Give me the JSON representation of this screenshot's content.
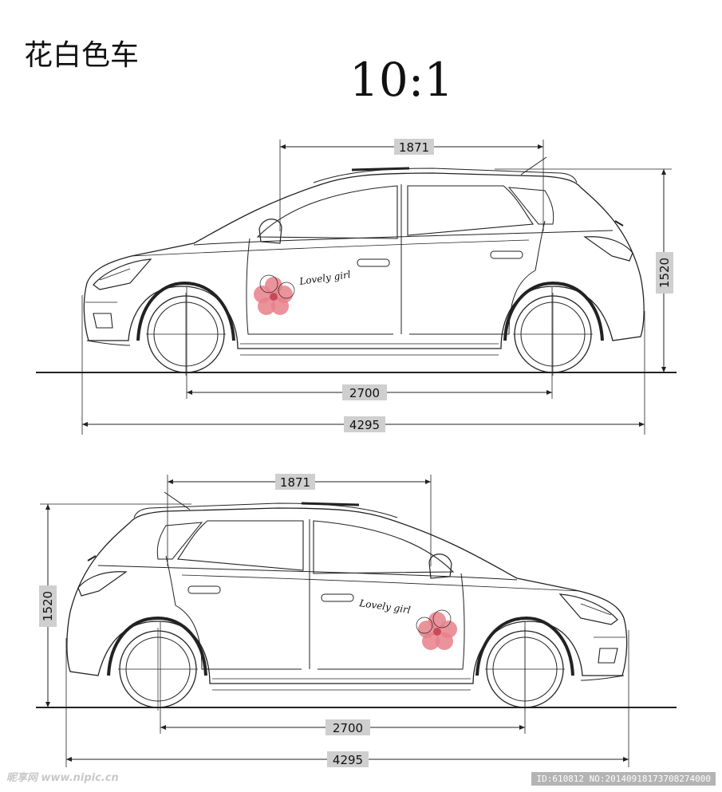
{
  "title": "花白色车",
  "scale": "10:1",
  "decal_text": "Lovely girl",
  "dims": {
    "top": {
      "roof": "1871",
      "wheelbase": "2700",
      "length": "4295",
      "height": "1520"
    },
    "bottom": {
      "roof": "1871",
      "wheelbase": "2700",
      "length": "4295",
      "height": "1520"
    }
  },
  "watermark_left": "昵享网 www.nipic.cn",
  "watermark_right": "ID:610812 NO:20140918173708274000",
  "colors": {
    "line": "#222222",
    "label_bg": "#cfcfcf",
    "flower": "#e8808a",
    "flower_dark": "#c84a5a"
  }
}
